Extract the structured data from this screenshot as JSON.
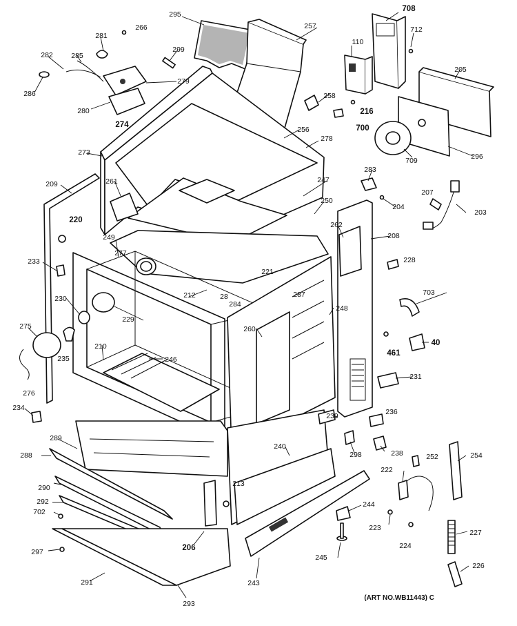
{
  "art_note": "(ART NO.WB11443) C",
  "parts": [
    {
      "id": "p295",
      "label": "295",
      "bold": false
    },
    {
      "id": "p266",
      "label": "266",
      "bold": false
    },
    {
      "id": "p257",
      "label": "257",
      "bold": false
    },
    {
      "id": "p708",
      "label": "708",
      "bold": true
    },
    {
      "id": "p712",
      "label": "712",
      "bold": false
    },
    {
      "id": "p281",
      "label": "281",
      "bold": false
    },
    {
      "id": "p299",
      "label": "299",
      "bold": false
    },
    {
      "id": "p110",
      "label": "110",
      "bold": false
    },
    {
      "id": "p282a",
      "label": "282",
      "bold": false
    },
    {
      "id": "p285",
      "label": "285",
      "bold": false
    },
    {
      "id": "p205",
      "label": "205",
      "bold": false
    },
    {
      "id": "p279",
      "label": "279",
      "bold": false
    },
    {
      "id": "p286",
      "label": "286",
      "bold": false
    },
    {
      "id": "p258",
      "label": "258",
      "bold": false
    },
    {
      "id": "p216",
      "label": "216",
      "bold": true
    },
    {
      "id": "p280",
      "label": "280",
      "bold": false
    },
    {
      "id": "p274",
      "label": "274",
      "bold": true
    },
    {
      "id": "p700",
      "label": "700",
      "bold": true
    },
    {
      "id": "p256",
      "label": "256",
      "bold": false
    },
    {
      "id": "p278",
      "label": "278",
      "bold": false
    },
    {
      "id": "p709",
      "label": "709",
      "bold": false
    },
    {
      "id": "p296",
      "label": "296",
      "bold": false
    },
    {
      "id": "p273",
      "label": "273",
      "bold": false
    },
    {
      "id": "p283",
      "label": "283",
      "bold": false
    },
    {
      "id": "p247",
      "label": "247",
      "bold": false
    },
    {
      "id": "p209",
      "label": "209",
      "bold": false
    },
    {
      "id": "p261",
      "label": "261",
      "bold": false
    },
    {
      "id": "p250",
      "label": "250",
      "bold": false
    },
    {
      "id": "p207",
      "label": "207",
      "bold": false
    },
    {
      "id": "p204",
      "label": "204",
      "bold": false
    },
    {
      "id": "p203",
      "label": "203",
      "bold": false
    },
    {
      "id": "p220",
      "label": "220",
      "bold": true
    },
    {
      "id": "p262",
      "label": "262",
      "bold": false
    },
    {
      "id": "p208",
      "label": "208",
      "bold": false
    },
    {
      "id": "p249",
      "label": "249",
      "bold": false
    },
    {
      "id": "p277",
      "label": "277",
      "bold": false
    },
    {
      "id": "p228",
      "label": "228",
      "bold": false
    },
    {
      "id": "p233",
      "label": "233",
      "bold": false
    },
    {
      "id": "p221",
      "label": "221",
      "bold": false
    },
    {
      "id": "p212",
      "label": "212",
      "bold": false
    },
    {
      "id": "p28",
      "label": "28",
      "bold": false
    },
    {
      "id": "p703",
      "label": "703",
      "bold": false
    },
    {
      "id": "p287",
      "label": "287",
      "bold": false
    },
    {
      "id": "p230",
      "label": "230",
      "bold": false
    },
    {
      "id": "p284",
      "label": "284",
      "bold": false
    },
    {
      "id": "p229",
      "label": "229",
      "bold": false
    },
    {
      "id": "p248",
      "label": "248",
      "bold": false
    },
    {
      "id": "p275",
      "label": "275",
      "bold": false
    },
    {
      "id": "p260",
      "label": "260",
      "bold": false
    },
    {
      "id": "p40",
      "label": "40",
      "bold": true
    },
    {
      "id": "p210",
      "label": "210",
      "bold": false
    },
    {
      "id": "p246",
      "label": "246",
      "bold": false
    },
    {
      "id": "p461",
      "label": "461",
      "bold": true
    },
    {
      "id": "p235",
      "label": "235",
      "bold": false
    },
    {
      "id": "p276",
      "label": "276",
      "bold": false
    },
    {
      "id": "p231",
      "label": "231",
      "bold": false
    },
    {
      "id": "p234",
      "label": "234",
      "bold": false
    },
    {
      "id": "p239",
      "label": "239",
      "bold": false
    },
    {
      "id": "p236",
      "label": "236",
      "bold": false
    },
    {
      "id": "p289",
      "label": "289",
      "bold": false
    },
    {
      "id": "p240",
      "label": "240",
      "bold": false
    },
    {
      "id": "p298",
      "label": "298",
      "bold": false
    },
    {
      "id": "p238",
      "label": "238",
      "bold": false
    },
    {
      "id": "p288",
      "label": "288",
      "bold": false
    },
    {
      "id": "p252",
      "label": "252",
      "bold": false
    },
    {
      "id": "p254",
      "label": "254",
      "bold": false
    },
    {
      "id": "p222",
      "label": "222",
      "bold": false
    },
    {
      "id": "p290",
      "label": "290",
      "bold": false
    },
    {
      "id": "p213",
      "label": "213",
      "bold": false
    },
    {
      "id": "p292",
      "label": "292",
      "bold": false
    },
    {
      "id": "p244",
      "label": "244",
      "bold": false
    },
    {
      "id": "p702",
      "label": "702",
      "bold": false
    },
    {
      "id": "p223",
      "label": "223",
      "bold": false
    },
    {
      "id": "p227",
      "label": "227",
      "bold": false
    },
    {
      "id": "p206",
      "label": "206",
      "bold": true
    },
    {
      "id": "p224",
      "label": "224",
      "bold": false
    },
    {
      "id": "p245",
      "label": "245",
      "bold": false
    },
    {
      "id": "p297",
      "label": "297",
      "bold": false
    },
    {
      "id": "p226",
      "label": "226",
      "bold": false
    },
    {
      "id": "p243",
      "label": "243",
      "bold": false
    },
    {
      "id": "p291",
      "label": "291",
      "bold": false
    },
    {
      "id": "p293",
      "label": "293",
      "bold": false
    }
  ]
}
